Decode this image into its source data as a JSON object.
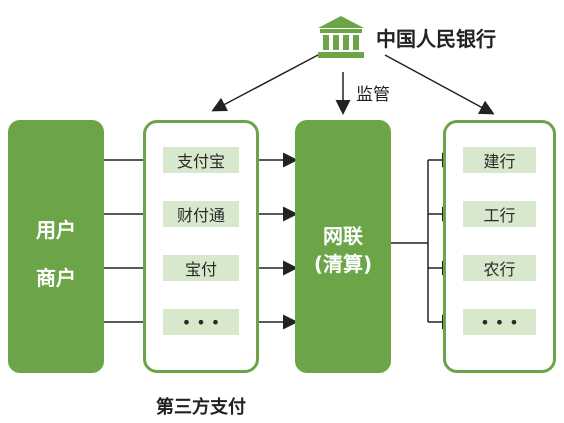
{
  "bank": {
    "label": "中国人民银行",
    "icon": "bank-building-icon"
  },
  "supervision_label": "监管",
  "users": {
    "line1": "用户",
    "line2": "商户"
  },
  "third_party": {
    "caption": "第三方支付",
    "items": [
      "支付宝",
      "财付通",
      "宝付",
      "• • •"
    ]
  },
  "clearing": {
    "line1": "网联",
    "line2": "(清算)"
  },
  "banks": {
    "items": [
      "建行",
      "工行",
      "农行",
      "• • •"
    ]
  },
  "colors": {
    "green": "#6ba548",
    "pill": "#d8e8cc"
  }
}
